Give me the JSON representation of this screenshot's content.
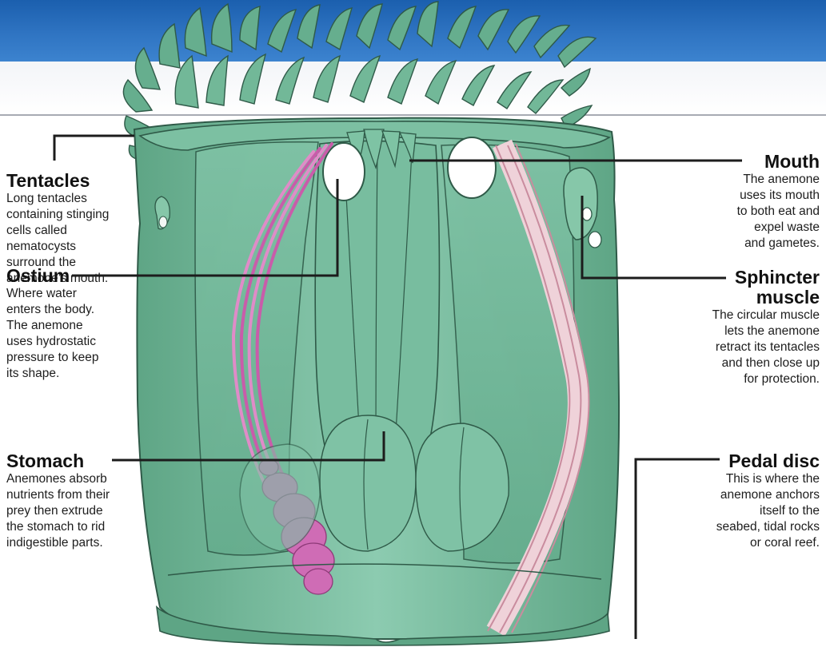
{
  "labels": {
    "tentacles": {
      "title": "Tentacles",
      "desc": "Long tentacles\ncontaining stinging\ncells called\nnematocysts\nsurround the\nanemone’s mouth."
    },
    "ostium": {
      "title": "Ostium",
      "desc": "Where water\nenters the body.\nThe anemone\nuses hydrostatic\npressure to keep\nits shape."
    },
    "stomach": {
      "title": "Stomach",
      "desc": "Anemones absorb\nnutrients from their\nprey then extrude\nthe stomach to rid\nindigestible parts."
    },
    "mouth": {
      "title": "Mouth",
      "desc": "The anemone\nuses its mouth\nto both eat and\nexpel waste\nand gametes."
    },
    "sphincter": {
      "title": "Sphincter\nmuscle",
      "desc": "The circular muscle\nlets the anemone\nretract its tentacles\nand then close up\nfor protection."
    },
    "pedal_disc": {
      "title": "Pedal disc",
      "desc": "This is where the\nanemone anchors\nitself to the\nseabed, tidal rocks\nor coral reef."
    }
  },
  "colors": {
    "banner": "#2a6cbb",
    "body_green": "#6fb597",
    "body_green_light": "#9fd0ba",
    "tentacle_green": "#5fa887",
    "outline": "#2f5a48",
    "gonad_magenta": "#d070b8",
    "retractor_pink": "#e9c6cf",
    "leader_line": "#1c1c1c"
  }
}
